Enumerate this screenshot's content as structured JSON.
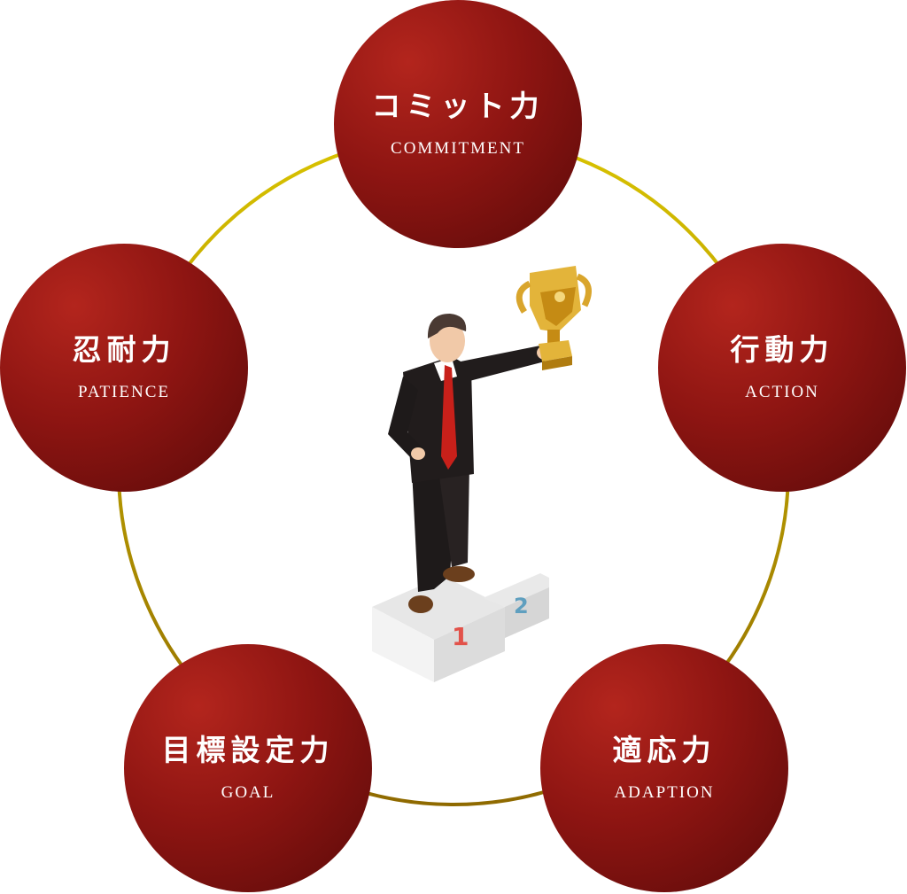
{
  "nodes": {
    "commitment": {
      "jp": "コミット力",
      "en": "COMMITMENT"
    },
    "action": {
      "jp": "行動力",
      "en": "ACTION"
    },
    "patience": {
      "jp": "忍耐力",
      "en": "PATIENCE"
    },
    "goal": {
      "jp": "目標設定力",
      "en": "GOAL"
    },
    "adaption": {
      "jp": "適応力",
      "en": "ADAPTION"
    }
  },
  "podium": {
    "first": "1",
    "second": "2"
  },
  "colors": {
    "circle": "#8e1512",
    "ring": "#c2a300",
    "text": "#ffffff"
  },
  "icons": [
    "businessman-with-trophy-icon"
  ]
}
